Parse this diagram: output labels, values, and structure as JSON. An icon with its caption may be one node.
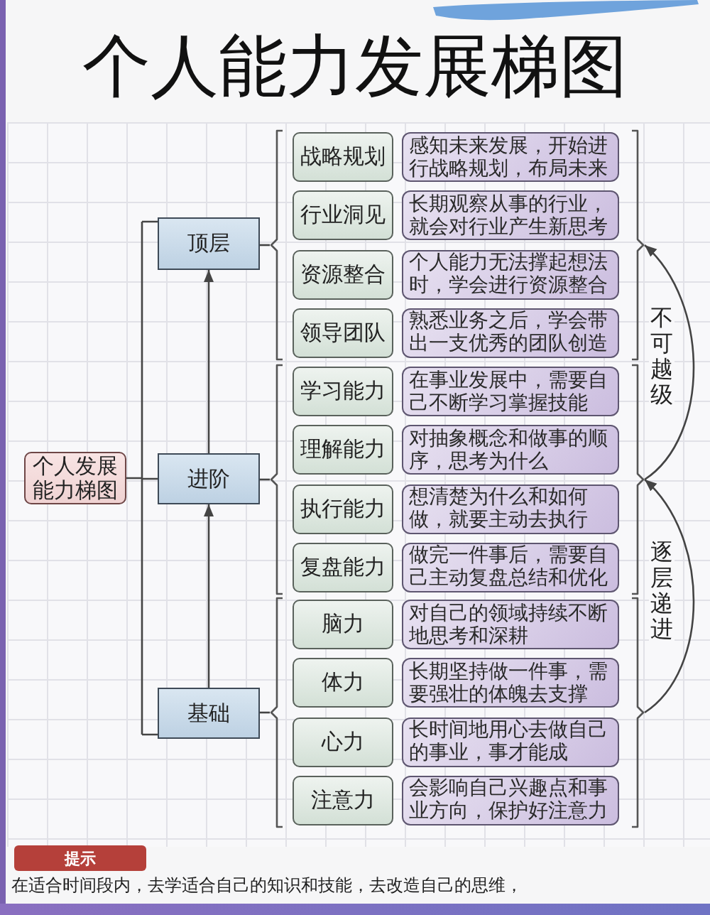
{
  "diagram": {
    "title": "个人能力发展梯图",
    "nodes": [
      {
        "text": [
          "个人发展能力梯图"
        ]
      },
      {
        "text": [
          "顶层"
        ]
      },
      {
        "text": [
          "进阶"
        ]
      },
      {
        "text": [
          "基础"
        ]
      },
      {
        "text": [],
        "shape": "bracket"
      },
      {
        "text": [
          "战略规划"
        ],
        "in": 4
      },
      {
        "text": [
          "感知未来发展，开始进行战略规划，布局未来"
        ],
        "in": 4
      },
      {
        "text": [
          "行业洞见"
        ],
        "in": 4
      },
      {
        "text": [
          "长期观察从事的行业，就会对行业产生新思考"
        ],
        "in": 4
      },
      {
        "text": [
          "资源整合"
        ],
        "in": 4
      },
      {
        "text": [
          "个人能力无法撑起想法时，学会进行资源整合"
        ],
        "in": 4
      },
      {
        "text": [
          "领导团队"
        ],
        "in": 4
      },
      {
        "text": [
          "熟悉业务之后，学会带出一支优秀的团队创造"
        ],
        "in": 4
      },
      {
        "text": [],
        "shape": "bracket"
      },
      {
        "text": [
          "学习能力"
        ],
        "in": 13
      },
      {
        "text": [
          "在事业发展中，需要自己不断学习掌握技能"
        ],
        "in": 13
      },
      {
        "text": [
          "理解能力"
        ],
        "in": 13
      },
      {
        "text": [
          "对抽象概念和做事的顺序，思考为什么"
        ],
        "in": 13
      },
      {
        "text": [
          "执行能力"
        ],
        "in": 13
      },
      {
        "text": [
          "想清楚为什么和如何做，就要主动去执行"
        ],
        "in": 13
      },
      {
        "text": [
          "复盘能力"
        ],
        "in": 13
      },
      {
        "text": [
          "做完一件事后，需要自己主动复盘总结和优化"
        ],
        "in": 13
      },
      {
        "text": [],
        "shape": "bracket"
      },
      {
        "text": [
          "脑力"
        ],
        "in": 22
      },
      {
        "text": [
          "对自己的领域持续不断地思考和深耕"
        ],
        "in": 22
      },
      {
        "text": [
          "体力"
        ],
        "in": 22
      },
      {
        "text": [
          "长期坚持做一件事，需要强壮的体魄去支撑"
        ],
        "in": 22
      },
      {
        "text": [
          "心力"
        ],
        "in": 22
      },
      {
        "text": [
          "长时间地用心去做自己的事业，事才能成"
        ],
        "in": 22
      },
      {
        "text": [
          "注意力"
        ],
        "in": 22
      },
      {
        "text": [
          "会影响自己兴趣点和事业方向，保护好注意力"
        ],
        "in": 22
      },
      {
        "text": [
          "提示"
        ]
      }
    ],
    "edges": [
      {
        "from": 0,
        "to": 1,
        "arrow": "none"
      },
      {
        "from": 0,
        "to": 2,
        "arrow": "none"
      },
      {
        "from": 0,
        "to": 3,
        "arrow": "none"
      },
      {
        "from": 3,
        "to": 2,
        "arrow": "to"
      },
      {
        "from": 2,
        "to": 1,
        "arrow": "to"
      },
      {
        "from": 1,
        "to": 4,
        "arrow": "none"
      },
      {
        "from": 2,
        "to": 13,
        "arrow": "none"
      },
      {
        "from": 3,
        "to": 22,
        "arrow": "none"
      },
      {
        "from": 22,
        "to": 13,
        "arrow": "to",
        "label": "逐层递进"
      },
      {
        "from": 13,
        "to": 4,
        "arrow": "to",
        "label": "不可越级"
      }
    ],
    "labels": [
      "在适合时间段内，去学适合自己的知识和技能，去改造自己的思维，"
    ]
  }
}
